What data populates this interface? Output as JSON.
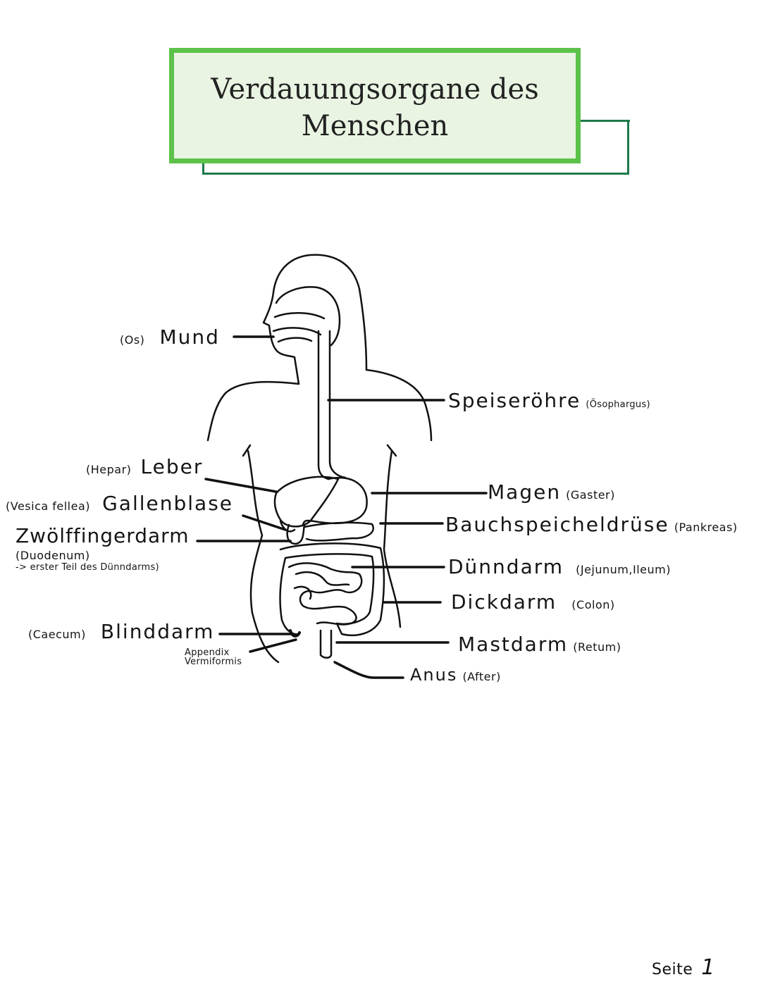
{
  "title": {
    "line1": "Verdauungsorgane des",
    "line2": "Menschen"
  },
  "labels": {
    "mund": {
      "latin": "(Os)",
      "name": "Mund"
    },
    "speiseroehre": {
      "name": "Speiseröhre",
      "latin": "(Ösophargus)"
    },
    "leber": {
      "latin": "(Hepar)",
      "name": "Leber"
    },
    "magen": {
      "name": "Magen",
      "latin": "(Gaster)"
    },
    "gallenblase": {
      "latin": "(Vesica fellea)",
      "name": "Gallenblase"
    },
    "bauchspeicheldruese": {
      "name": "Bauchspeicheldrüse",
      "latin": "(Pankreas)"
    },
    "zwoelffingerdarm": {
      "name": "Zwölffingerdarm",
      "latin": "(Duodenum)",
      "note": "-> erster Teil des Dünndarms)"
    },
    "duenndarm": {
      "name": "Dünndarm",
      "latin": "(Jejunum,Ileum)"
    },
    "dickdarm": {
      "name": "Dickdarm",
      "latin": "(Colon)"
    },
    "blinddarm": {
      "latin": "(Caecum)",
      "name": "Blinddarm",
      "appendix_line1": "Appendix",
      "appendix_line2": "Vermiformis"
    },
    "mastdarm": {
      "name": "Mastdarm",
      "latin": "(Retum)"
    },
    "anus": {
      "name": "Anus",
      "latin": "(After)"
    }
  },
  "footer": {
    "label": "Seite",
    "page": "1"
  },
  "colors": {
    "title_border": "#5cc24a",
    "title_fill": "#e9f4e2",
    "title_shadow": "#1e7a4a",
    "ink": "#111111"
  }
}
